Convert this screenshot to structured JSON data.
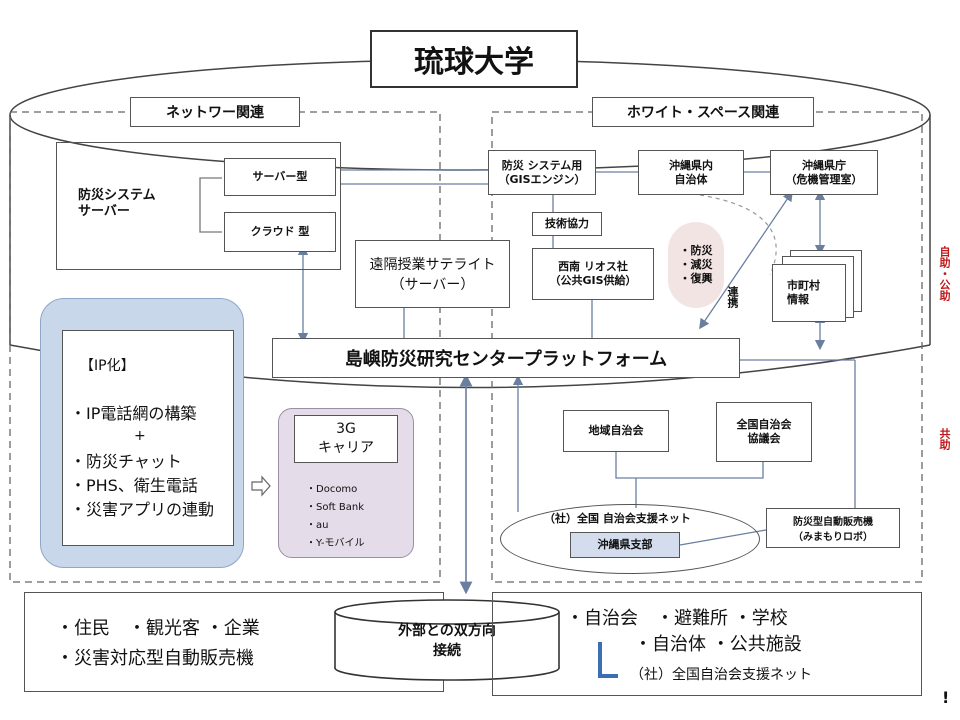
{
  "title": "琉球大学",
  "sections": {
    "network": "ネットワー関連",
    "whitespace": "ホワイト・スペース関連"
  },
  "bousai_server": {
    "label": "防災システム\nサーバー",
    "server_type": "サーバー型",
    "cloud_type": "クラウド 型"
  },
  "satellite": "遠隔授業サテライト\n（サーバー）",
  "platform": "島嶼防災研究センタープラットフォーム",
  "gis_system": "防災 システム用\n（GISエンジン）",
  "okinawa_local": "沖縄県内\n自治体",
  "okinawa_pref": "沖縄県庁\n（危機管理室）",
  "tech_coop": "技術協力",
  "gis_company": "西南 リオス社\n（公共GIS供給）",
  "bubble": "・防災\n・減災\n・復興",
  "renkei": "連携",
  "shichoson": "市町村\n情報",
  "side_labels": {
    "top": "自助・公助",
    "bottom": "共助"
  },
  "ip_box": {
    "heading": "【IP化】",
    "lines": [
      "・IP電話網の構築",
      "+",
      "・防災チャット",
      "・PHS、衛生電話",
      "・災害アプリの連動"
    ]
  },
  "carrier": {
    "title": "3G\nキャリア",
    "list": [
      "・Docomo",
      "・Soft Bank",
      "・au",
      "・Y-モバイル"
    ]
  },
  "chiiki": "地域自治会",
  "zenkoku_council": "全国自治会\n協議会",
  "shien_net": "（社）全国 自治会支援ネット",
  "okinawa_branch": "沖縄県支部",
  "vending_small": "防災型自動販売機\n（みまもりロボ）",
  "bottom_left": [
    "・住民　・観光客 ・企業",
    "・災害対応型自動販売機"
  ],
  "center_cylinder": "外部との双方向\n接続",
  "bottom_right": {
    "line1": "・自治会　・避難所 ・学校",
    "line2": "・自治体 ・公共施設",
    "line3": "（社）全国自治会支援ネット"
  },
  "page_marker": "!"
}
